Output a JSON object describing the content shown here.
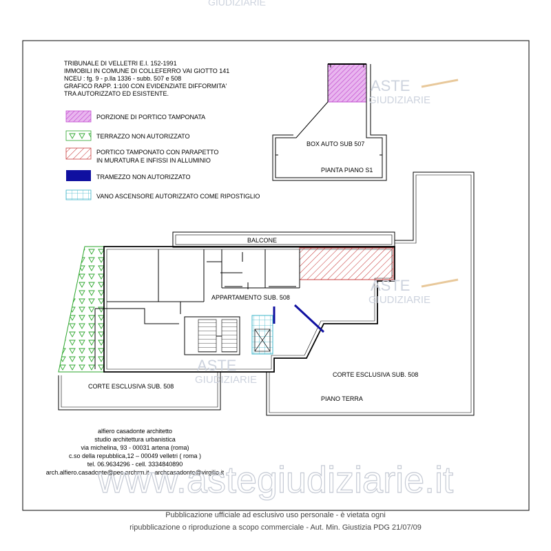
{
  "watermarks": {
    "top_clipped": "GIUDIZIARIE",
    "stamp_top": "ASTE",
    "stamp_bottom": "GIUDIZIARIE",
    "site": "www.astegiudiziarie.it"
  },
  "header": {
    "line1": "TRIBUNALE DI VELLETRI E.I. 152-1991",
    "line2": "IMMOBILI IN COMUNE DI COLLEFERRO VAI GIOTTO 141",
    "line3": "NCEU : fg. 9 - p.lla 1336 - subb. 507 e 508",
    "line4": "GRAFICO RAPP. 1:100  CON EVIDENZIATE DIFFORMITA'",
    "line5": "TRA AUTORIZZATO ED ESISTENTE."
  },
  "legend": {
    "items": [
      {
        "label1": "PORZIONE DI PORTICO TAMPONATA",
        "label2": "",
        "swatch": "magenta-hatch"
      },
      {
        "label1": "TERRAZZO NON AUTORIZZATO",
        "label2": "",
        "swatch": "green-triangles"
      },
      {
        "label1": "PORTICO TAMPONATO CON PARAPETTO",
        "label2": " IN MURATURA E INFISSI IN ALLUMINIO",
        "swatch": "red-hatch"
      },
      {
        "label1": "TRAMEZZO NON AUTORIZZATO",
        "label2": "",
        "swatch": "blue-fill"
      },
      {
        "label1": "VANO ASCENSORE AUTORIZZATO COME RIPOSTIGLIO",
        "label2": "",
        "swatch": "cyan-grid"
      }
    ]
  },
  "plan_s1": {
    "box_label": "BOX AUTO SUB 507",
    "floor_label": "PIANTA PIANO S1"
  },
  "plan_ground": {
    "balcony_label": "BALCONE",
    "apartment_label": "APPARTAMENTO  SUB. 508",
    "court_left_label": "CORTE ESCLUSIVA SUB. 508",
    "court_right_label": "CORTE ESCLUSIVA SUB. 508",
    "floor_label": "PIANO TERRA"
  },
  "studio": {
    "line1": "alfiero casadonte architetto",
    "line2": "studio architettura urbanistica",
    "line3": "via michelina, 93 - 00031 artena (roma)",
    "line4": "c.so della repubblica,12 – 00049 velletri ( roma )",
    "line5": "tel. 06.9634296 - cell. 3334840890",
    "line6": "arch.alfiero.casadonte@pec.archrm.it - archcasadonte@virgilio.it"
  },
  "footer": {
    "line1": "Pubblicazione ufficiale ad esclusivo uso personale - è vietata ogni",
    "line2": "ripubblicazione o riproduzione a scopo commerciale - Aut. Min. Giustizia PDG 21/07/09"
  },
  "colors": {
    "magenta": "#c24bd0",
    "magenta_fill": "#e9b6ef",
    "green": "#2aa52a",
    "red": "#c83c3c",
    "blue": "#1010a0",
    "cyan": "#3cb4c8",
    "watermark": "#cdd3de"
  }
}
